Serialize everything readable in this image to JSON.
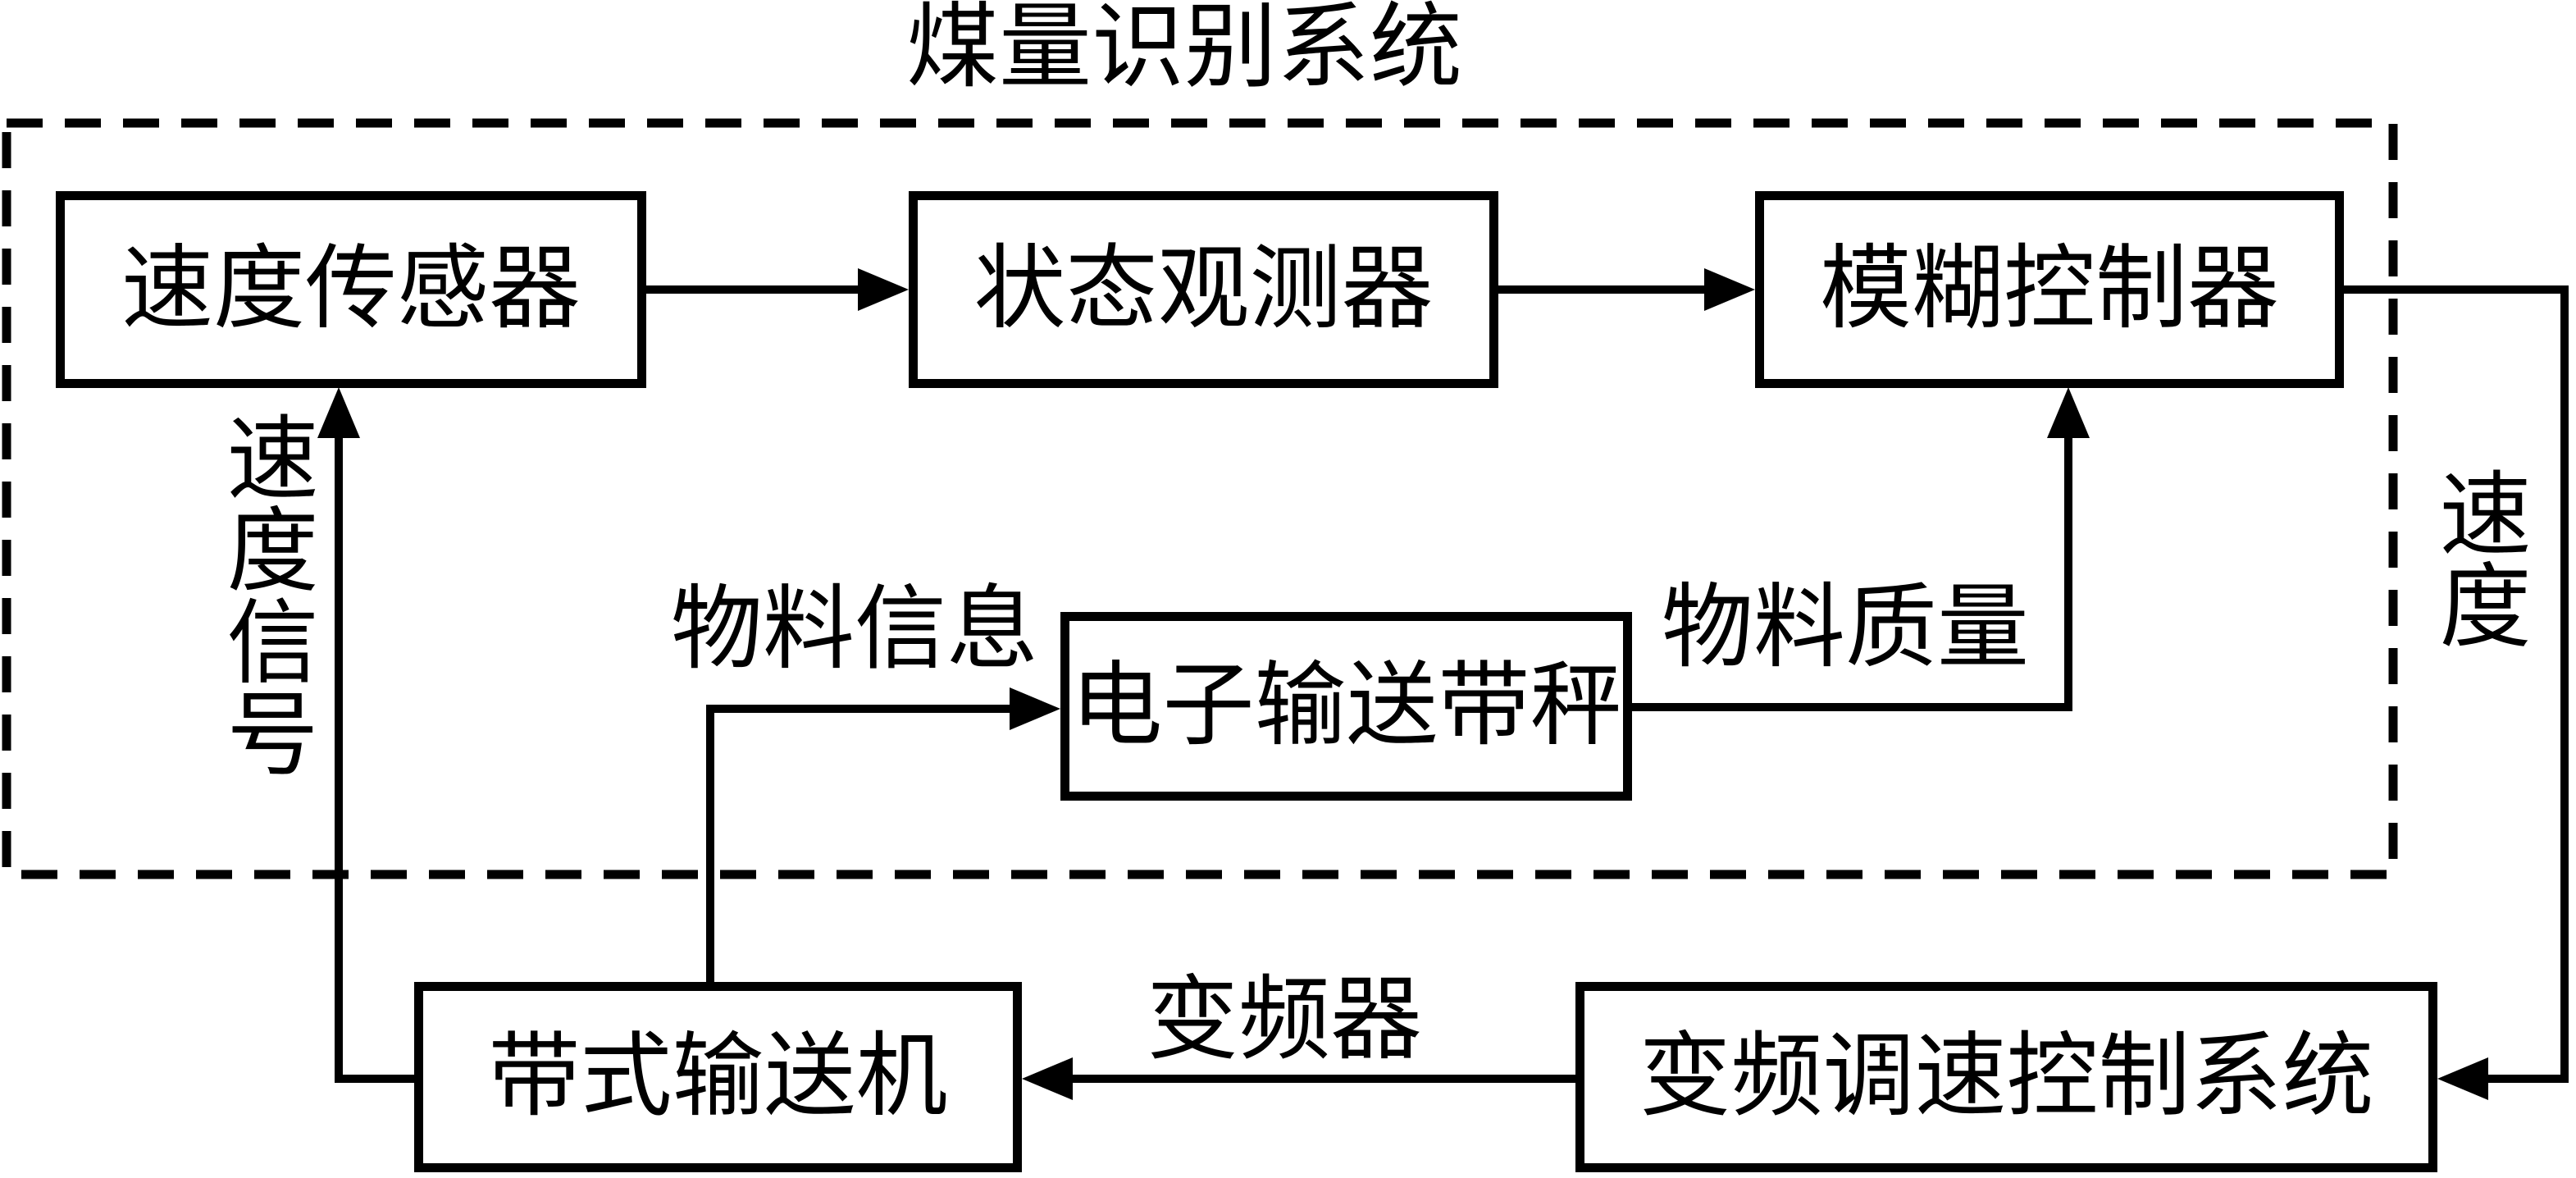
{
  "diagram": {
    "title": "煤量识别系统",
    "nodes": {
      "speed_sensor": "速度传感器",
      "state_observer": "状态观测器",
      "fuzzy_controller": "模糊控制器",
      "belt_scale": "电子输送带秤",
      "belt_conveyor": "带式输送机",
      "vfd_system": "变频调速控制系统"
    },
    "edge_labels": {
      "speed_signal": "速度信号",
      "material_info": "物料信息",
      "material_mass": "物料质量",
      "inverter": "变频器",
      "speed": "速度"
    },
    "colors": {
      "ink": "#000000",
      "background": "#ffffff"
    }
  }
}
